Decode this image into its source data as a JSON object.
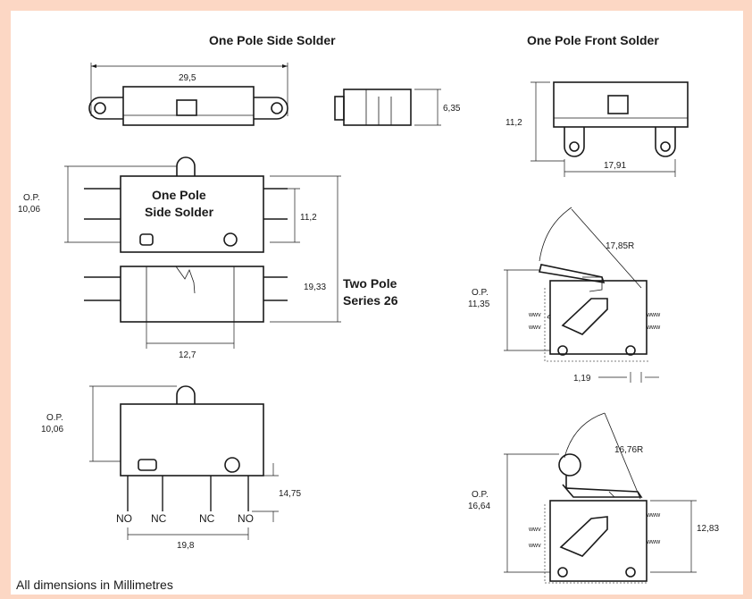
{
  "titles": {
    "side_solder": "One Pole Side Solder",
    "front_solder": "One Pole Front Solder"
  },
  "labels": {
    "one_pole_line1": "One Pole",
    "one_pole_line2": "Side Solder",
    "two_pole_line1": "Two Pole",
    "two_pole_line2": "Series 26",
    "op": "O.P.",
    "no": "NO",
    "nc": "NC"
  },
  "dimensions": {
    "top_width": "29,5",
    "side_height": "6,35",
    "front_height": "11,2",
    "front_width": "17,91",
    "op_side": "10,06",
    "body_height": "11,2",
    "two_pole_height": "19,33",
    "pin_spacing": "12,7",
    "op_pc": "10,06",
    "pin_length": "14,75",
    "pc_width": "19,8",
    "lever_radius": "17,85R",
    "lever_op": "11,35",
    "lever_offset": "1,19",
    "roller_radius": "16,76R",
    "roller_op": "16,64",
    "roller_height": "12,83"
  },
  "footer": "All dimensions in Millimetres"
}
